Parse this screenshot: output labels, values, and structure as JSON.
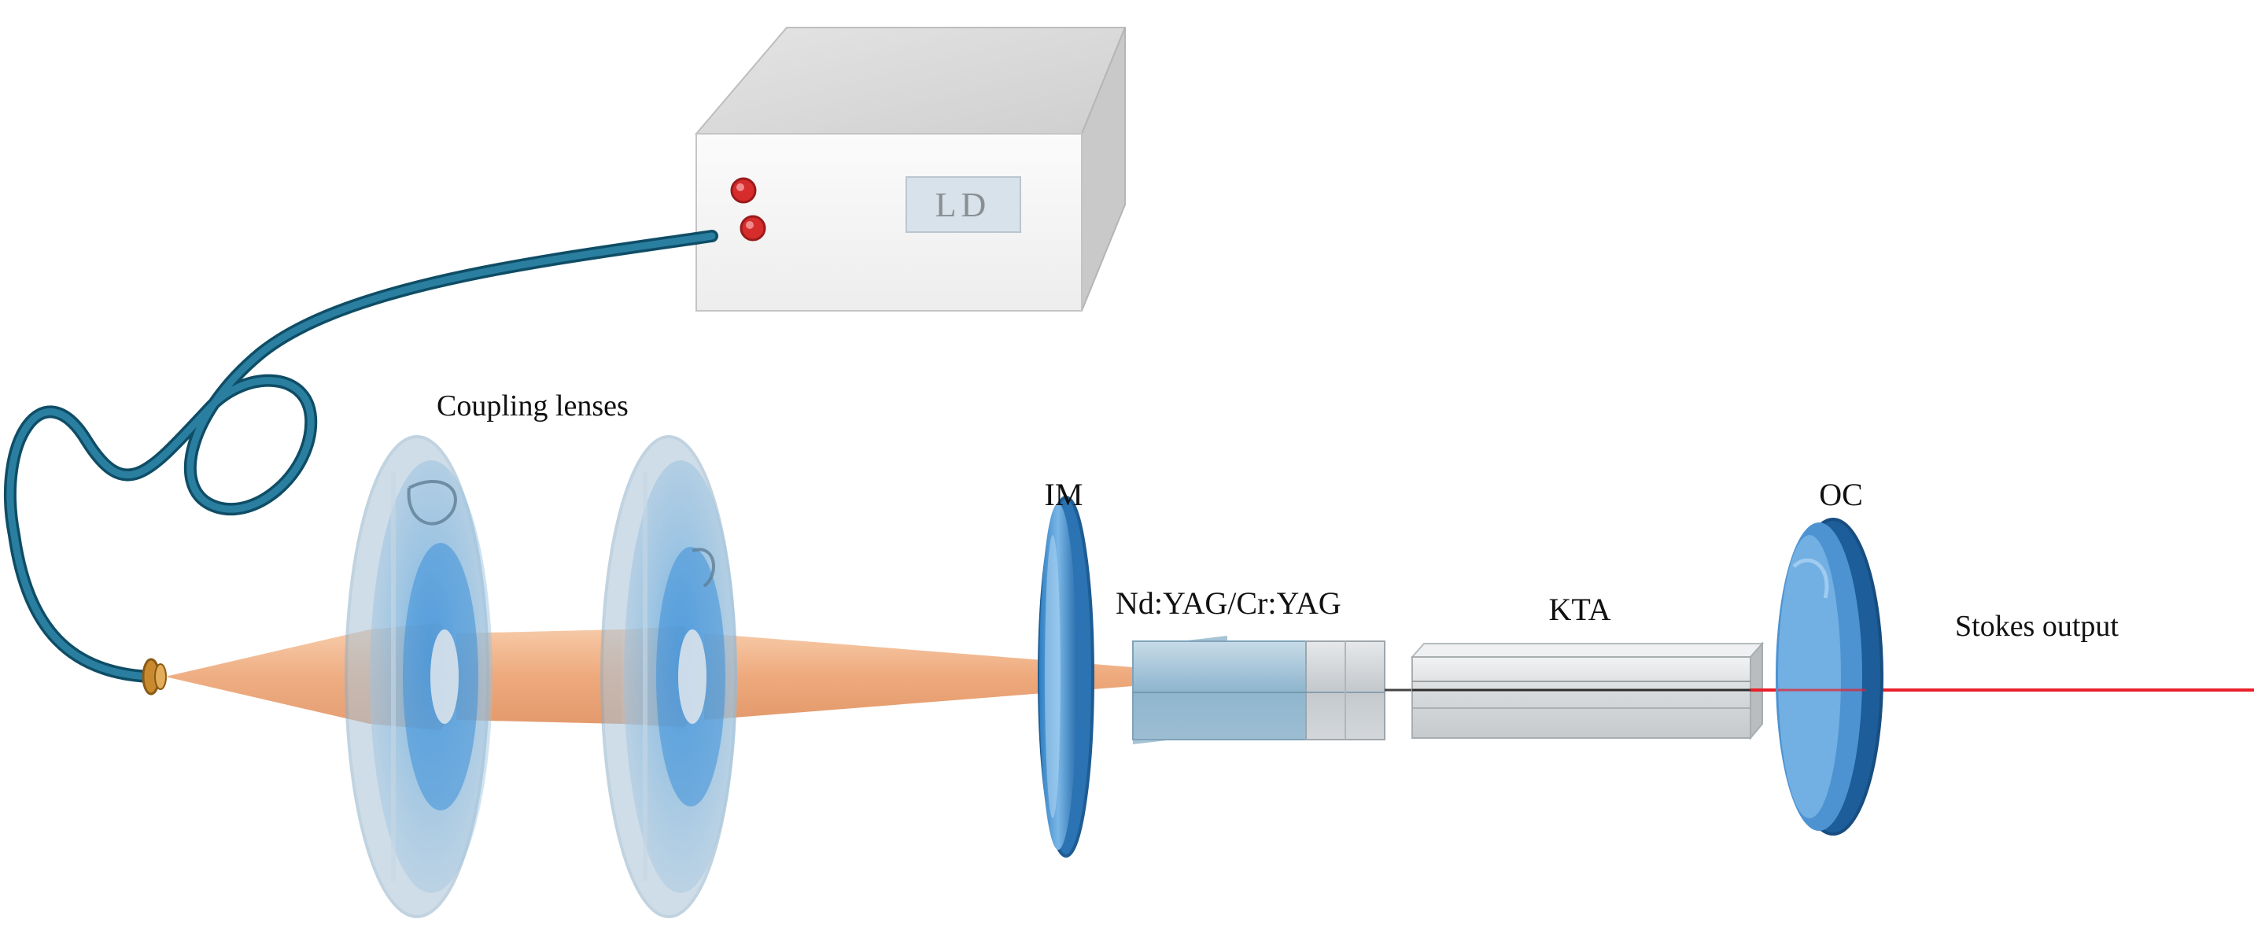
{
  "labels": {
    "laser_diode": "LD",
    "coupling_lenses": "Coupling lenses",
    "input_mirror": "IM",
    "gain_medium": "Nd:YAG/Cr:YAG",
    "raman_crystal": "KTA",
    "output_coupler": "OC",
    "stokes_output": "Stokes output"
  },
  "colors": {
    "fiber": "#1f6a86",
    "pump_beam": "#f0b48c",
    "optic_glass": "#7fb6dc",
    "optic_deep": "#2f7fc2",
    "stokes_beam": "#e8202a",
    "led": "#d62c2c",
    "box": "#f2f2f2"
  }
}
